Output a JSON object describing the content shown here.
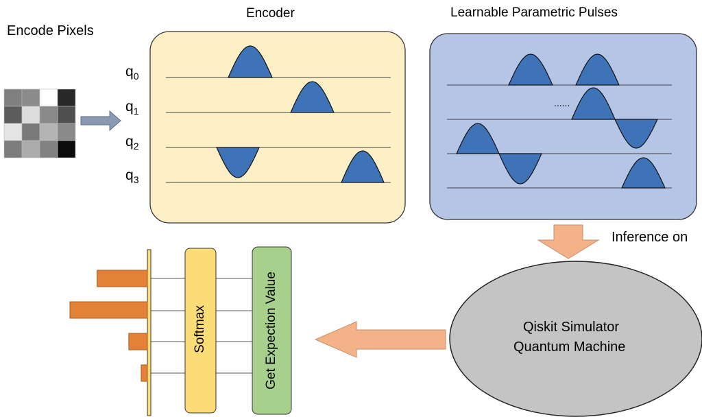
{
  "labels": {
    "encode_pixels": "Encode Pixels",
    "encoder": "Encoder",
    "learnable_pulses": "Learnable Parametric Pulses",
    "inference_on": "Inference on",
    "simulator_line1": "Qiskit Simulator",
    "simulator_line2": "Quantum Machine",
    "softmax": "Softmax",
    "expectation": "Get Expection Value",
    "ellipsis": "......"
  },
  "qubits": [
    {
      "base": "q",
      "index": "0"
    },
    {
      "base": "q",
      "index": "1"
    },
    {
      "base": "q",
      "index": "2"
    },
    {
      "base": "q",
      "index": "3"
    }
  ],
  "pixel_grid": [
    [
      "#808080",
      "#8c8c8c",
      "#ffffff",
      "#282828"
    ],
    [
      "#5c5c5c",
      "#dcdcdc",
      "#8a8a8a",
      "#505050"
    ],
    [
      "#e4e4e4",
      "#7a7a7a",
      "#b4b4b4",
      "#8a8a8a"
    ],
    [
      "#7c7c7c",
      "#acacac",
      "#828282",
      "#0c0c0c"
    ]
  ],
  "output_bars": [
    0.65,
    1.0,
    0.24,
    0.08
  ],
  "colors": {
    "encoder_fill": "#fdefc6",
    "pulses_fill": "#b5c5e6",
    "pulse_wave": "#3e73b7",
    "simulator_fill": "#c4c4c4",
    "softmax_fill": "#fcdc76",
    "expectation_fill": "#a8d08d",
    "bar_fill": "#e38137",
    "big_arrow_fill": "#f3b287",
    "small_arrow_fill": "#8a9ab2"
  }
}
